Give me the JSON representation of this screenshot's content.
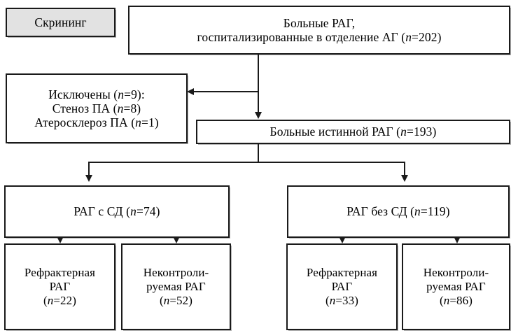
{
  "diagram": {
    "title": "Study flow diagram",
    "colors": {
      "stroke": "#1a1a1a",
      "box_fill": "#ffffff",
      "shaded_fill": "#e2e2e2",
      "text": "#000000"
    },
    "nodes": {
      "screening_label": {
        "name": "screening-label-box",
        "lines": [
          "Скрининг"
        ],
        "shaded": true
      },
      "enrolled": {
        "name": "enrolled-patients-box",
        "lines": [
          "Больные РАГ,",
          "госпитализированные в отделение АГ (n=202)"
        ],
        "line1": "Больные РАГ,",
        "line2_text": "госпитализированные в отделение АГ (",
        "line2_n": "n",
        "line2_tail": "=202)",
        "count": 202
      },
      "excluded": {
        "name": "excluded-patients-box",
        "l1_text": "Исключены (",
        "l1_n": "n",
        "l1_tail": "=9):",
        "l2_text": "Стеноз ПА (",
        "l2_n": "n",
        "l2_tail": "=8)",
        "l3_text": "Атеросклероз ПА (",
        "l3_n": "n",
        "l3_tail": "=1)",
        "counts": [
          9,
          8,
          1
        ]
      },
      "true_rah": {
        "name": "true-resistant-hypertension-box",
        "text": "Больные истинной РАГ (",
        "n": "n",
        "tail": "=193)",
        "count": 193
      },
      "with_dm": {
        "name": "rah-with-diabetes-box",
        "text": "РАГ с СД (",
        "n": "n",
        "tail": "=74)",
        "count": 74
      },
      "without_dm": {
        "name": "rah-without-diabetes-box",
        "text": "РАГ без СД (",
        "n": "n",
        "tail": "=119)",
        "count": 119
      },
      "refractory_dm": {
        "name": "refractory-rah-with-diabetes-box",
        "l1": "Рефрактерная",
        "l2": "РАГ",
        "l3_open": "(",
        "l3_n": "n",
        "l3_tail": "=22)",
        "count": 22
      },
      "uncontrolled_dm": {
        "name": "uncontrolled-rah-with-diabetes-box",
        "l1": "Неконтроли-",
        "l2": "руемая РАГ",
        "l3_open": "(",
        "l3_n": "n",
        "l3_tail": "=52)",
        "count": 52
      },
      "refractory_nodm": {
        "name": "refractory-rah-without-diabetes-box",
        "l1": "Рефрактерная",
        "l2": "РАГ",
        "l3_open": "(",
        "l3_n": "n",
        "l3_tail": "=33)",
        "count": 33
      },
      "uncontrolled_nodm": {
        "name": "uncontrolled-rah-without-diabetes-box",
        "l1": "Неконтроли-",
        "l2": "руемая РАГ",
        "l3_open": "(",
        "l3_n": "n",
        "l3_tail": "=86)",
        "count": 86
      }
    }
  }
}
